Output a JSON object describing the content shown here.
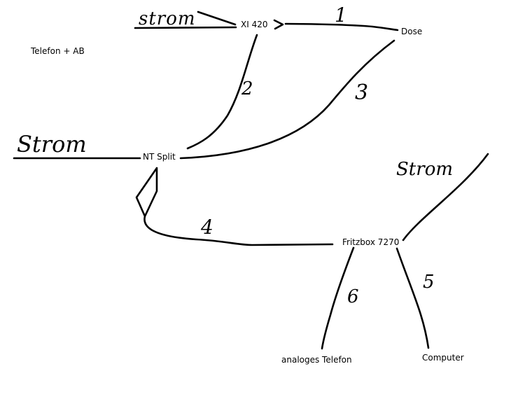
{
  "nodes": {
    "xi420": "XI 420",
    "dose": "Dose",
    "nt_split": "NT Split",
    "fritzbox": "Fritzbox 7270",
    "analog_phone": "analoges Telefon",
    "computer": "Computer"
  },
  "note": "Telefon + AB",
  "power_labels": {
    "top": "strom",
    "left": "Strom",
    "right": "Strom"
  },
  "cable_numbers": [
    "1",
    "2",
    "3",
    "4",
    "5",
    "6"
  ]
}
